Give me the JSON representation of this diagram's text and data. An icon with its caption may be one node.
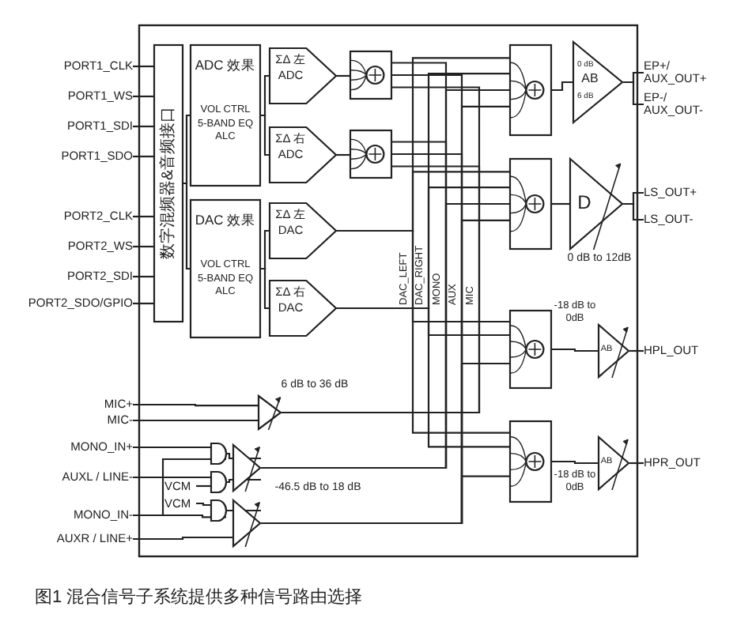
{
  "diagram": {
    "caption": "图1 混合信号子系统提供多种信号路由选择",
    "nodes": [
      {
        "text": [
          "PORT1_CLK"
        ]
      },
      {
        "text": [
          "PORT1_WS"
        ]
      },
      {
        "text": [
          "PORT1_SDI"
        ]
      },
      {
        "text": [
          "PORT1_SDO"
        ]
      },
      {
        "text": [
          "PORT2_CLK"
        ]
      },
      {
        "text": [
          "PORT2_WS"
        ]
      },
      {
        "text": [
          "PORT2_SDI"
        ]
      },
      {
        "text": [
          "PORT2_SDO/GPIO"
        ]
      },
      {
        "text": [
          "数字混频器&音频接口"
        ]
      },
      {
        "text": [
          "ADC 效果",
          "VOL CTRL 5-BAND EQ ALC"
        ]
      },
      {
        "text": [
          "DAC 效果",
          "VOL CTRL 5-BAND EQ ALC"
        ]
      },
      {
        "text": [
          "ΣΔ 左 ADC"
        ]
      },
      {
        "text": [
          "ΣΔ 右 ADC"
        ]
      },
      {
        "text": [
          "ΣΔ 左 DAC"
        ]
      },
      {
        "text": [
          "ΣΔ 右 DAC"
        ]
      },
      {
        "text": [],
        "shape": "box"
      },
      {
        "text": [],
        "shape": "box"
      },
      {
        "text": [],
        "shape": "box"
      },
      {
        "text": [],
        "shape": "box"
      },
      {
        "text": [],
        "shape": "box"
      },
      {
        "text": [],
        "shape": "box"
      },
      {
        "text": [
          "0 dB",
          "AB",
          "6 dB"
        ]
      },
      {
        "text": [
          "D"
        ],
        "beside": [
          "0 dB to 12dB"
        ]
      },
      {
        "text": [
          "AB"
        ],
        "beside": [
          "-18 dB to 0dB"
        ]
      },
      {
        "text": [
          "AB"
        ],
        "beside": [
          "-18 dB to 0dB"
        ]
      },
      {
        "text": [
          "EP+/ AUX_OUT+"
        ]
      },
      {
        "text": [
          "EP-/ AUX_OUT-"
        ]
      },
      {
        "text": [
          "LS_OUT+"
        ]
      },
      {
        "text": [
          "LS_OUT-"
        ]
      },
      {
        "text": [
          "HPL_OUT"
        ]
      },
      {
        "text": [
          "HPR_OUT"
        ]
      },
      {
        "text": [
          "MIC+"
        ]
      },
      {
        "text": [
          "MIC-"
        ]
      },
      {
        "text": [
          "MONO_IN+"
        ]
      },
      {
        "text": [
          "AUXL / LINE-"
        ]
      },
      {
        "text": [
          "MONO_IN-"
        ]
      },
      {
        "text": [
          "AUXR / LINE+"
        ]
      },
      {
        "text": [
          "VCM"
        ]
      },
      {
        "text": [
          "VCM"
        ]
      },
      {
        "text": [],
        "shape": "triangle",
        "beside": [
          "6 dB to 36 dB"
        ]
      },
      {
        "text": [],
        "shape": "gate"
      },
      {
        "text": [],
        "shape": "gate"
      },
      {
        "text": [],
        "shape": "gate"
      },
      {
        "text": [],
        "shape": "triangle"
      },
      {
        "text": [],
        "shape": "triangle",
        "beside": [
          "-46.5 dB to 18 dB"
        ]
      }
    ],
    "edges": [
      {
        "from": 0,
        "to": 8,
        "arrow": "none"
      },
      {
        "from": 1,
        "to": 8,
        "arrow": "none"
      },
      {
        "from": 2,
        "to": 8,
        "arrow": "none"
      },
      {
        "from": 3,
        "to": 8,
        "arrow": "none"
      },
      {
        "from": 4,
        "to": 8,
        "arrow": "none"
      },
      {
        "from": 5,
        "to": 8,
        "arrow": "none"
      },
      {
        "from": 6,
        "to": 8,
        "arrow": "none"
      },
      {
        "from": 7,
        "to": 8,
        "arrow": "none"
      },
      {
        "from": 8,
        "to": 9,
        "arrow": "none"
      },
      {
        "from": 8,
        "to": 10,
        "arrow": "none"
      },
      {
        "from": 9,
        "to": 11,
        "arrow": "none"
      },
      {
        "from": 9,
        "to": 12,
        "arrow": "none"
      },
      {
        "from": 10,
        "to": 13,
        "arrow": "none"
      },
      {
        "from": 10,
        "to": 14,
        "arrow": "none"
      },
      {
        "from": 11,
        "to": 15,
        "arrow": "none"
      },
      {
        "from": 12,
        "to": 16,
        "arrow": "none"
      },
      {
        "from": 39,
        "to": 15,
        "arrow": "none"
      },
      {
        "from": 39,
        "to": 16,
        "arrow": "none"
      },
      {
        "from": 43,
        "to": 15,
        "arrow": "none"
      },
      {
        "from": 43,
        "to": 16,
        "arrow": "none"
      },
      {
        "from": 43,
        "to": 17,
        "arrow": "none"
      },
      {
        "from": 43,
        "to": 18,
        "arrow": "none"
      },
      {
        "from": 44,
        "to": 15,
        "arrow": "none"
      },
      {
        "from": 44,
        "to": 16,
        "arrow": "none"
      },
      {
        "from": 44,
        "to": 17,
        "arrow": "none"
      },
      {
        "from": 44,
        "to": 18,
        "arrow": "none"
      },
      {
        "from": 44,
        "to": 19,
        "arrow": "none"
      },
      {
        "from": 44,
        "to": 20,
        "arrow": "none"
      },
      {
        "from": 13,
        "to": 17,
        "arrow": "none"
      },
      {
        "from": 13,
        "to": 18,
        "arrow": "none"
      },
      {
        "from": 13,
        "to": 19,
        "arrow": "none"
      },
      {
        "from": 13,
        "to": 20,
        "arrow": "none"
      },
      {
        "from": 14,
        "to": 17,
        "arrow": "none"
      },
      {
        "from": 14,
        "to": 18,
        "arrow": "none"
      },
      {
        "from": 14,
        "to": 19,
        "arrow": "none"
      },
      {
        "from": 14,
        "to": 20,
        "arrow": "none"
      },
      {
        "from": 17,
        "to": 21,
        "arrow": "none"
      },
      {
        "from": 18,
        "to": 22,
        "arrow": "none"
      },
      {
        "from": 19,
        "to": 23,
        "arrow": "none"
      },
      {
        "from": 20,
        "to": 24,
        "arrow": "none"
      },
      {
        "from": 21,
        "to": 25,
        "arrow": "none"
      },
      {
        "from": 21,
        "to": 26,
        "arrow": "none"
      },
      {
        "from": 22,
        "to": 27,
        "arrow": "none"
      },
      {
        "from": 22,
        "to": 28,
        "arrow": "none"
      },
      {
        "from": 23,
        "to": 29,
        "arrow": "none"
      },
      {
        "from": 24,
        "to": 30,
        "arrow": "none"
      },
      {
        "from": 31,
        "to": 39,
        "arrow": "none"
      },
      {
        "from": 32,
        "to": 39,
        "arrow": "none"
      },
      {
        "from": 33,
        "to": 40,
        "arrow": "none"
      },
      {
        "from": 35,
        "to": 40,
        "arrow": "none"
      },
      {
        "from": 34,
        "to": 41,
        "arrow": "none"
      },
      {
        "from": 37,
        "to": 41,
        "arrow": "none"
      },
      {
        "from": 38,
        "to": 42,
        "arrow": "none"
      },
      {
        "from": 35,
        "to": 42,
        "arrow": "none"
      },
      {
        "from": 40,
        "to": 43,
        "arrow": "none"
      },
      {
        "from": 41,
        "to": 43,
        "arrow": "none"
      },
      {
        "from": 42,
        "to": 44,
        "arrow": "none"
      },
      {
        "from": 36,
        "to": 44,
        "arrow": "none"
      }
    ],
    "labels": [
      "DAC_LEFT",
      "DAC_RIGHT",
      "MONO",
      "AUX",
      "MIC"
    ]
  }
}
